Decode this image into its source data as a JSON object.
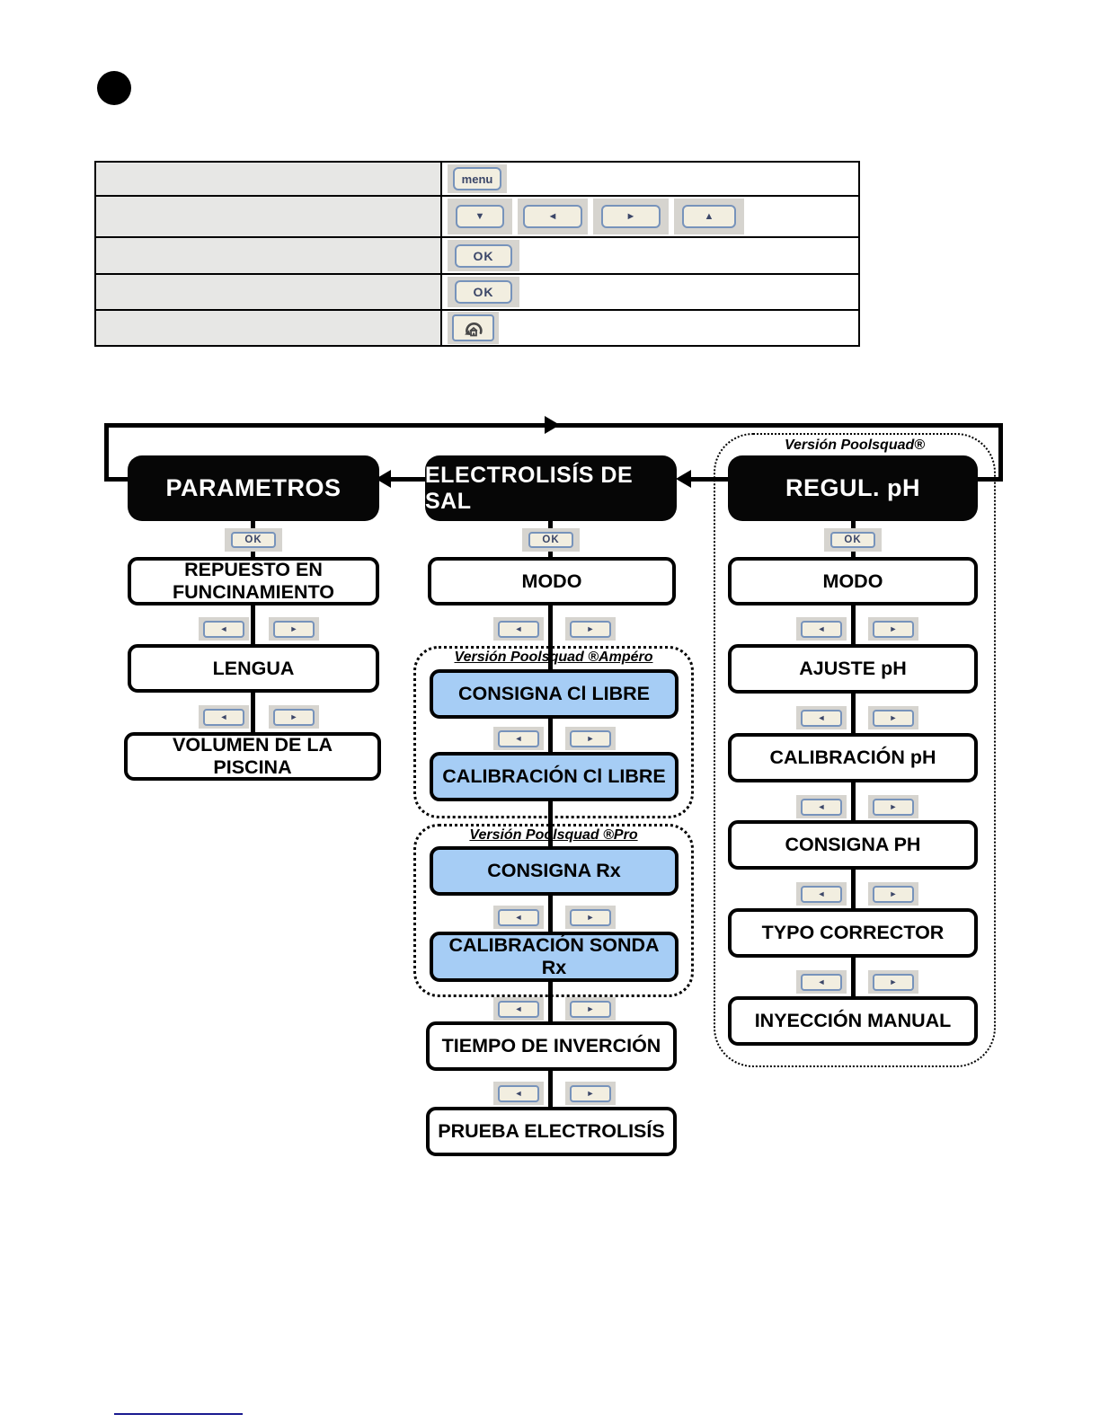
{
  "colors": {
    "highlight_blue": "#a6cdf5",
    "footnote_line": "#1a1a90"
  },
  "key_legend": {
    "menu_label": "menu",
    "ok_label": "OK",
    "down_glyph": "▼",
    "left_glyph": "◄",
    "right_glyph": "►",
    "up_glyph": "▲",
    "rows": [
      {
        "description": "",
        "buttons": "menu"
      },
      {
        "description": "",
        "buttons": "down left right up"
      },
      {
        "description": "",
        "buttons": "ok"
      },
      {
        "description": "",
        "buttons": "ok"
      },
      {
        "description": "",
        "buttons": "home"
      }
    ]
  },
  "flowchart": {
    "outer_version_label": "Versión Poolsquad®",
    "ampero_version_label": "Versión Poolsquad ®Ampéro",
    "pro_version_label": "Versión Poolsquad ®Pro",
    "ok_label": "OK",
    "left_glyph": "◄",
    "right_glyph": "►",
    "col_parametros": {
      "title": "PARAMETROS",
      "item_repuesto": "REPUESTO EN FUNCINAMIENTO",
      "item_lengua": "LENGUA",
      "item_volumen": "VOLUMEN DE LA PISCINA"
    },
    "col_electrolisis": {
      "title": "ELECTROLISÍS DE SAL",
      "item_modo": "MODO",
      "item_consigna_cl": "CONSIGNA Cl LIBRE",
      "item_calibracion_cl": "CALIBRACIÓN Cl LIBRE",
      "item_consigna_rx": "CONSIGNA Rx",
      "item_calibracion_rx": "CALIBRACIÓN SONDA Rx",
      "item_tiempo": "TIEMPO DE INVERCIÓN",
      "item_prueba": "PRUEBA ELECTROLISÍS"
    },
    "col_regulph": {
      "title": "REGUL. pH",
      "item_modo": "MODO",
      "item_ajuste": "AJUSTE pH",
      "item_calibracion": "CALIBRACIÓN pH",
      "item_consigna": "CONSIGNA PH",
      "item_typo": "TYPO CORRECTOR",
      "item_inyeccion": "INYECCIÓN MANUAL"
    }
  }
}
